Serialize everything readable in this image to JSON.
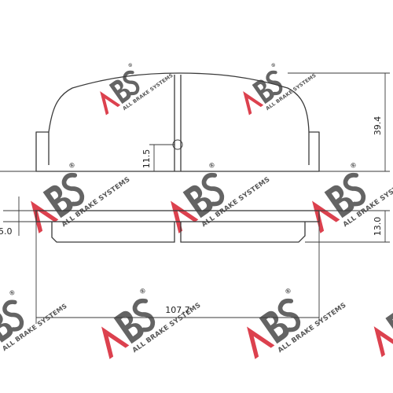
{
  "colors": {
    "line": "#3a3a3a",
    "watermark_red": "#d62030",
    "watermark_grey": "#4a4a4a",
    "background": "#ffffff"
  },
  "dimensions": {
    "height_top": "39.4",
    "pin_offset": "11.5",
    "side_thickness": "13.0",
    "backplate": "5.0",
    "width": "107.7"
  },
  "watermark": {
    "brand": "ABS",
    "tagline": "ALL BRAKE SYSTEMS",
    "registered": "®"
  }
}
